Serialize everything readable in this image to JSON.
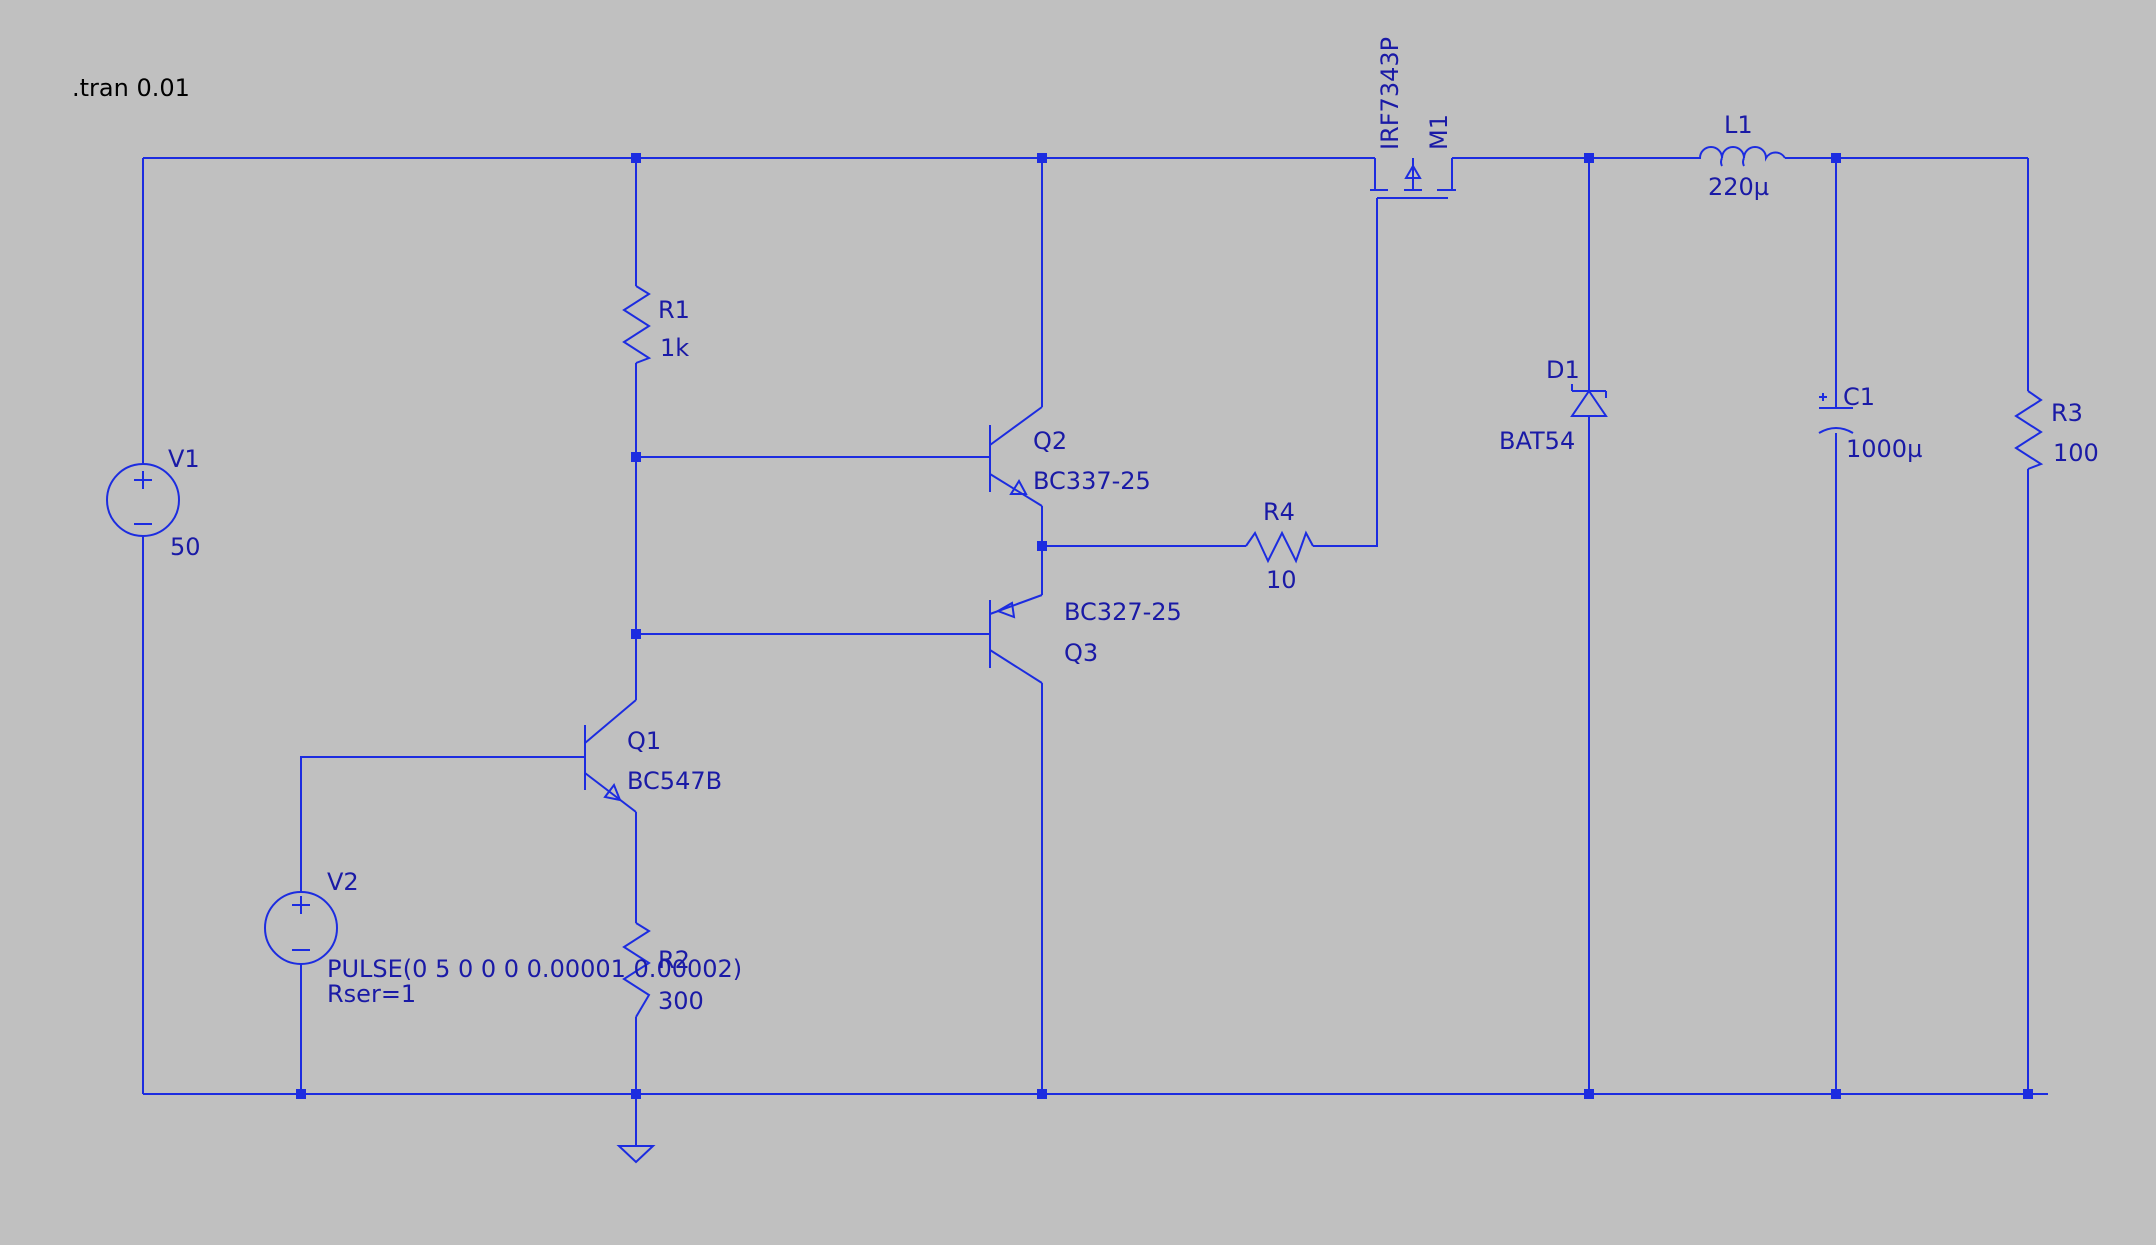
{
  "directive": ".tran 0.01",
  "colors": {
    "background": "#c0c0c0",
    "wire": "#1c2ce0",
    "text": "#1a1aa6",
    "directive_text": "#000000"
  },
  "components": {
    "V1": {
      "name": "V1",
      "value": "50"
    },
    "V2": {
      "name": "V2",
      "value": "PULSE(0 5 0 0 0 0.00001 0.00002)",
      "extra": "Rser=1"
    },
    "R1": {
      "name": "R1",
      "value": "1k"
    },
    "R2": {
      "name": "R2",
      "value": "300"
    },
    "R3": {
      "name": "R3",
      "value": "100"
    },
    "R4": {
      "name": "R4",
      "value": "10"
    },
    "Q1": {
      "name": "Q1",
      "value": "BC547B"
    },
    "Q2": {
      "name": "Q2",
      "value": "BC337-25"
    },
    "Q3": {
      "name": "Q3",
      "value": "BC327-25"
    },
    "M1": {
      "name": "M1",
      "value": "IRF7343P"
    },
    "D1": {
      "name": "D1",
      "value": "BAT54"
    },
    "L1": {
      "name": "L1",
      "value": "220µ"
    },
    "C1": {
      "name": "C1",
      "value": "1000µ"
    }
  }
}
